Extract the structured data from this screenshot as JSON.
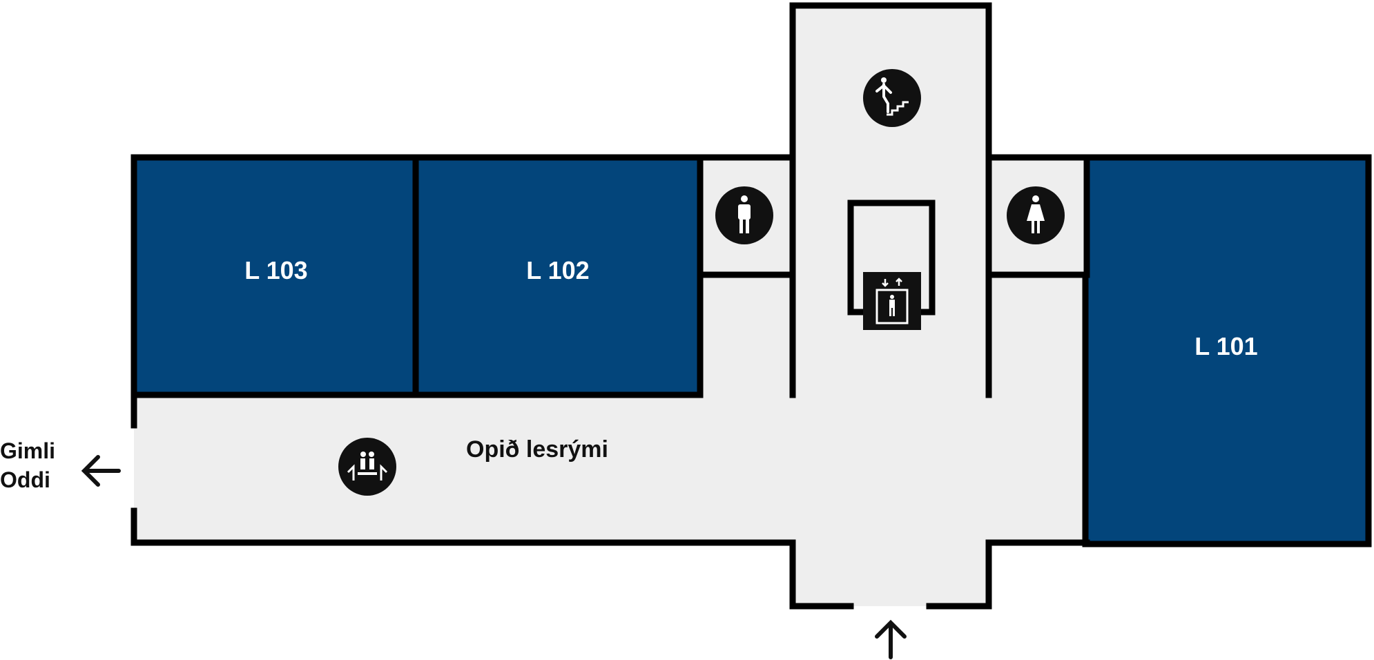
{
  "map": {
    "rooms": [
      {
        "id": "l103",
        "label": "L 103"
      },
      {
        "id": "l102",
        "label": "L 102"
      },
      {
        "id": "l101",
        "label": "L 101"
      }
    ],
    "open_area": {
      "label": "Opið lesrými"
    },
    "exit_west": {
      "line1": "Gimli",
      "line2": "Oddi"
    },
    "icons": [
      "stairs-icon",
      "mens-restroom-icon",
      "womens-restroom-icon",
      "elevator-icon",
      "seating-area-icon",
      "arrow-left-icon",
      "arrow-up-icon"
    ],
    "colors": {
      "room_fill": "#03457b",
      "corridor_fill": "#eeeeee",
      "wall": "#000000",
      "label_on_room": "#ffffff"
    }
  }
}
